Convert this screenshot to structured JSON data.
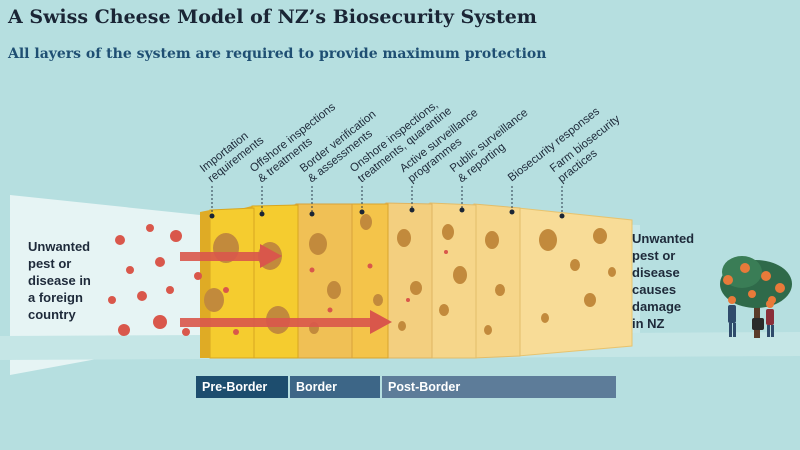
{
  "header": {
    "title": "A Swiss Cheese Model of NZ’s Biosecurity System",
    "subtitle": "All layers of the system are required to provide maximum protection"
  },
  "layers": [
    {
      "label": "Importation\nrequirements"
    },
    {
      "label": "Offshore inspections\n& treatments"
    },
    {
      "label": "Border verification\n& assessments"
    },
    {
      "label": "Onshore inspections,\ntreatments, quarantine"
    },
    {
      "label": "Active surveillance\nprogrammes"
    },
    {
      "label": "Public surveillance\n& reporting"
    },
    {
      "label": "Biosecurity responses"
    },
    {
      "label": "Farm biosecurity\npractices"
    }
  ],
  "left_text": "Unwanted\npest or\ndisease in\na foreign\ncountry",
  "right_text": "Unwanted\npest or\ndisease\ncauses\ndamage\nin NZ",
  "phases": [
    {
      "label": "Pre-Border",
      "color": "#1d4d6e"
    },
    {
      "label": "Border",
      "color": "#3d6687"
    },
    {
      "label": "Post-Border",
      "color": "#5d7c99"
    }
  ],
  "colors": {
    "background": "#b6dfe0",
    "arrow": "#d9574b",
    "cheese_yellow": "#f2c230",
    "cheese_pale": "#f8dc97"
  }
}
